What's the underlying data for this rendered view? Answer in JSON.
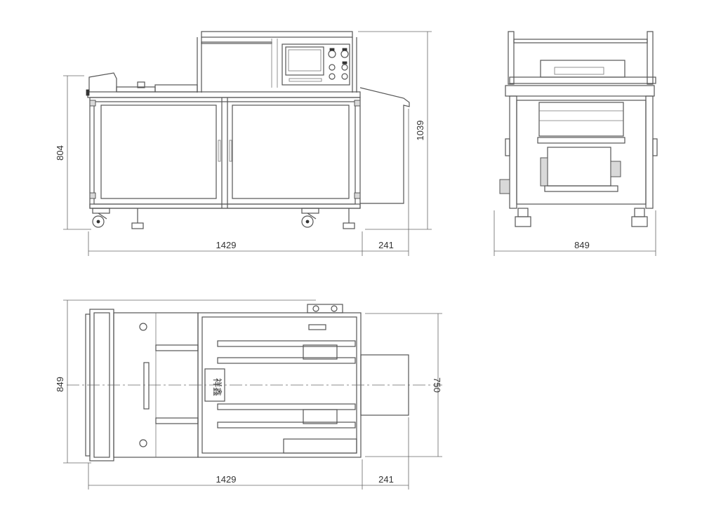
{
  "dimensions": {
    "front_length": "1429",
    "front_extension": "241",
    "front_height": "804",
    "total_height": "1039",
    "side_width": "849",
    "top_length": "1429",
    "top_extension": "241",
    "top_width": "849",
    "top_inner_width": "750"
  },
  "labels": {
    "brand_characters": "祥鑫"
  }
}
